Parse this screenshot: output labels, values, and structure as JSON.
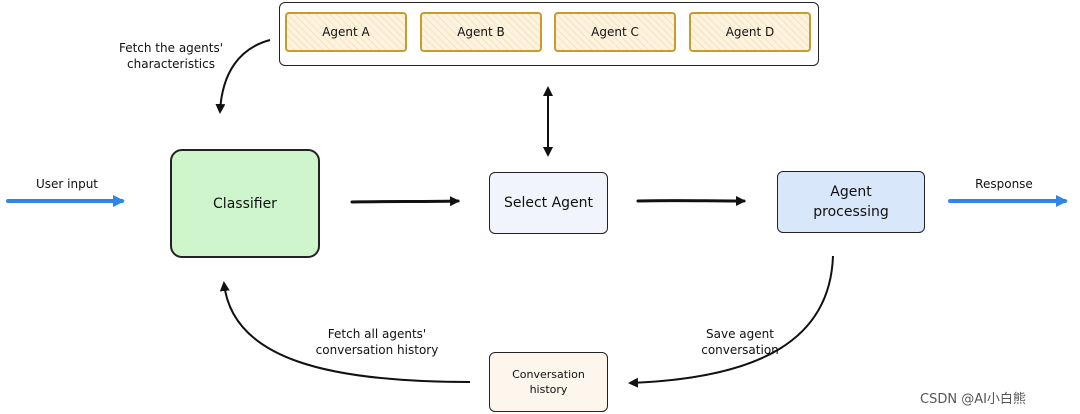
{
  "agents": [
    {
      "label": "Agent A"
    },
    {
      "label": "Agent B"
    },
    {
      "label": "Agent C"
    },
    {
      "label": "Agent D"
    }
  ],
  "nodes": {
    "classifier": "Classifier",
    "select_agent": "Select Agent",
    "agent_processing": "Agent\nprocessing",
    "conversation_history": "Conversation\nhistory"
  },
  "labels": {
    "fetch_characteristics": "Fetch the agents'\ncharacteristics",
    "user_input": "User input",
    "response": "Response",
    "fetch_history": "Fetch all agents'\nconversation history",
    "save_conversation": "Save agent\nconversation"
  },
  "watermark": "CSDN @AI小白熊",
  "colors": {
    "classifier_fill": "#cff5cc",
    "select_agent_fill": "#f1f5fb",
    "agent_processing_fill": "#d9e7fb",
    "history_fill": "#fcf6ec",
    "agent_border": "#c99a2c",
    "io_arrow": "#2f86e6"
  }
}
